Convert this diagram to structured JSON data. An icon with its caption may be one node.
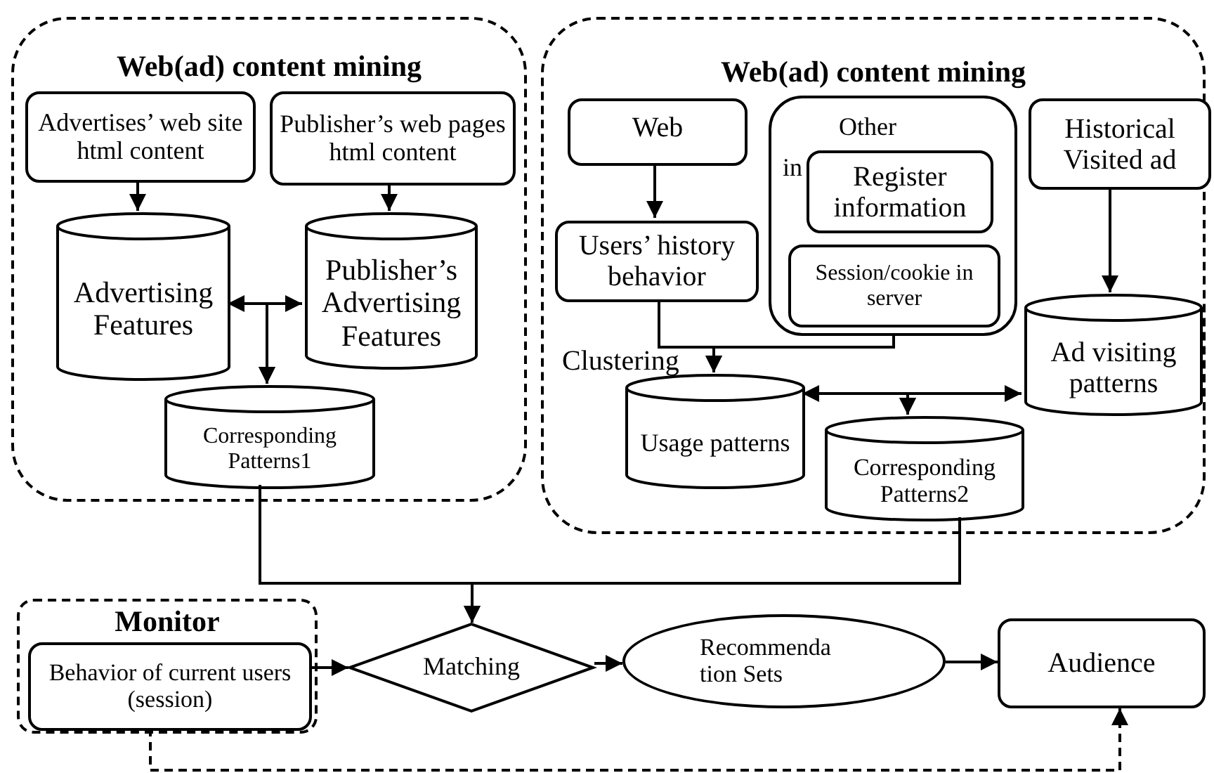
{
  "diagram": {
    "nodes": [
      {
        "text": [
          "Web(ad) content mining"
        ]
      },
      {
        "text": [
          "Advertises’ web site html content"
        ],
        "in": 0
      },
      {
        "text": [
          "Advertising Features"
        ],
        "in": 0
      },
      {
        "text": [
          "Publisher’s web pages html content"
        ],
        "in": 0
      },
      {
        "text": [
          "Publisher’s Advertising Features"
        ],
        "in": 0
      },
      {
        "text": [
          "Corresponding Patterns1"
        ],
        "in": 0
      },
      {
        "text": [
          "Web(ad) content mining"
        ]
      },
      {
        "text": [
          "Web"
        ],
        "in": 6
      },
      {
        "text": [
          "Users’ history behavior"
        ],
        "in": 6
      },
      {
        "text": [
          "Other",
          "in"
        ],
        "in": 6
      },
      {
        "text": [
          "Register information"
        ],
        "in": 9
      },
      {
        "text": [
          "Session/cookie in server"
        ],
        "in": 9
      },
      {
        "text": [
          "Historical Visited ad"
        ],
        "in": 6
      },
      {
        "text": [
          "Usage patterns"
        ],
        "in": 6
      },
      {
        "text": [
          "Corresponding Patterns2"
        ],
        "in": 6
      },
      {
        "text": [
          "Ad visiting patterns"
        ],
        "in": 6
      },
      {
        "text": [
          "Monitor"
        ]
      },
      {
        "text": [
          "Behavior of current users (session)"
        ],
        "in": 16
      },
      {
        "text": [
          "Matching"
        ]
      },
      {
        "text": [
          "Recommenda tion Sets"
        ]
      },
      {
        "text": [
          "Audience"
        ]
      }
    ],
    "edges": [
      {
        "from": 1,
        "to": 2,
        "arrow": "to"
      },
      {
        "from": 3,
        "to": 4,
        "arrow": "to"
      },
      {
        "from": 2,
        "to": 4,
        "arrow": "both"
      },
      {
        "from": 2,
        "to": 5,
        "arrow": "to"
      },
      {
        "from": 4,
        "to": 5,
        "arrow": "to"
      },
      {
        "from": 7,
        "to": 8,
        "arrow": "to"
      },
      {
        "from": 8,
        "to": 13,
        "arrow": "to"
      },
      {
        "from": 9,
        "to": 13,
        "arrow": "to"
      },
      {
        "from": 12,
        "to": 15,
        "arrow": "to"
      },
      {
        "from": 13,
        "to": 15,
        "arrow": "both"
      },
      {
        "from": 13,
        "to": 14,
        "arrow": "to"
      },
      {
        "from": 15,
        "to": 14,
        "arrow": "to"
      },
      {
        "from": 5,
        "to": 18,
        "arrow": "to"
      },
      {
        "from": 14,
        "to": 18,
        "arrow": "to"
      },
      {
        "from": 17,
        "to": 18,
        "arrow": "to"
      },
      {
        "from": 18,
        "to": 19,
        "arrow": "to"
      },
      {
        "from": 19,
        "to": 20,
        "arrow": "to"
      },
      {
        "from": 17,
        "to": 20,
        "arrow": "to",
        "style": "dashed"
      }
    ],
    "labels": [
      "Clustering"
    ]
  }
}
